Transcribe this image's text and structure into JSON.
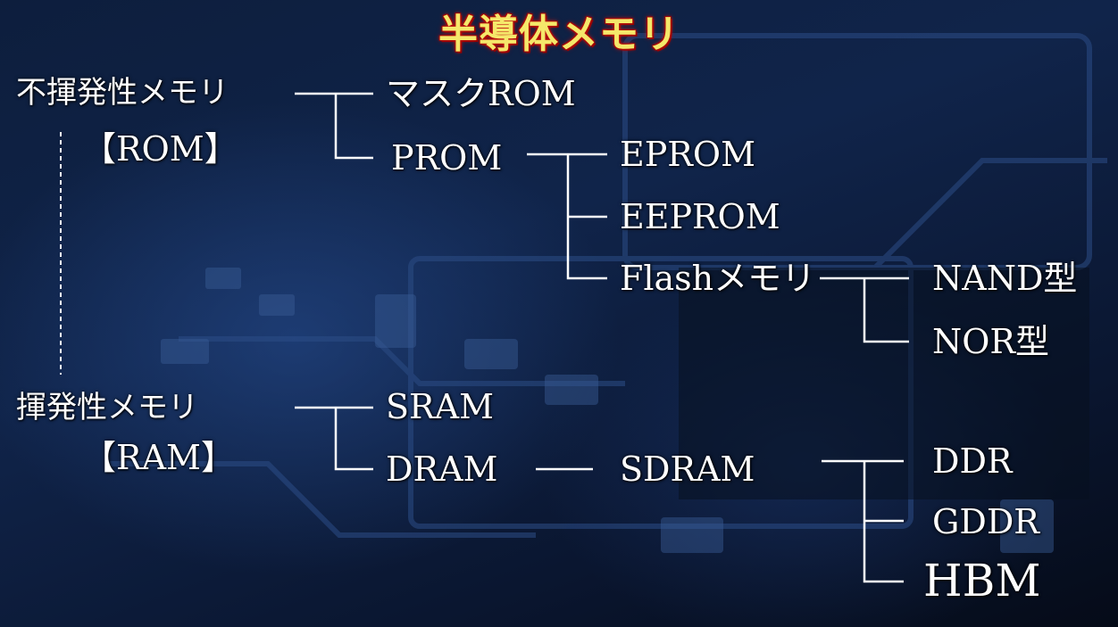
{
  "title": "半導体メモリ",
  "nonvolatile": {
    "name": "不揮発性メモリ",
    "abbr": "【ROM】"
  },
  "volatile": {
    "name": "揮発性メモリ",
    "abbr": "【RAM】"
  },
  "rom_types": [
    "マスクROM",
    "PROM"
  ],
  "prom_types": [
    "EPROM",
    "EEPROM",
    "Flashメモリ"
  ],
  "flash_types": [
    "NAND型",
    "NOR型"
  ],
  "ram_types": [
    "SRAM",
    "DRAM"
  ],
  "dram_types": [
    "SDRAM"
  ],
  "sdram_types": [
    "DDR",
    "GDDR",
    "HBM"
  ],
  "colors": {
    "title_fill": "#f5e86a",
    "title_outline": "#c01010",
    "text": "#ffffff",
    "connector": "#ffffff",
    "background": "#0b1a33"
  }
}
